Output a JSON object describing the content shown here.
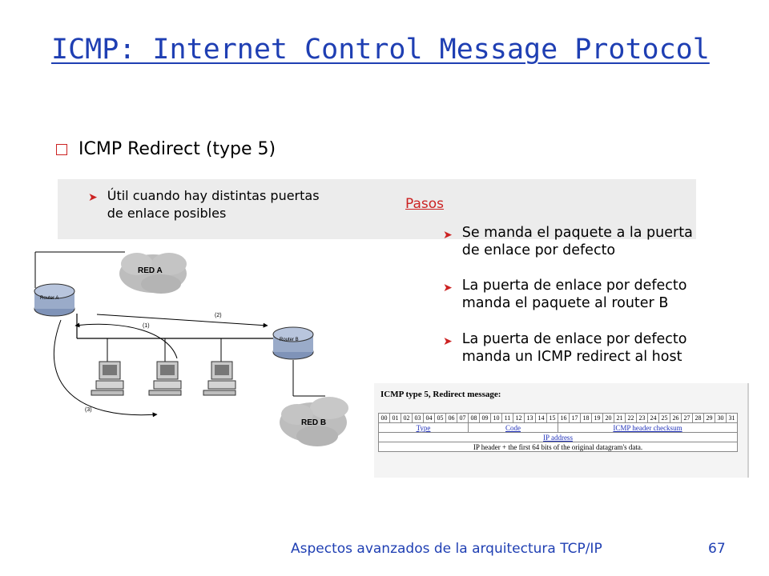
{
  "slide": {
    "title": "ICMP: Internet Control Message Protocol",
    "bullet": "ICMP Redirect (type 5)",
    "sub_bullet_line1": "Útil cuando hay distintas puertas",
    "sub_bullet_line2": "de enlace posibles",
    "pasos_label": "Pasos",
    "steps": [
      {
        "line1": "Se manda el paquete a la puerta",
        "line2": "de enlace por defecto"
      },
      {
        "line1": "La puerta de enlace por defecto",
        "line2": "manda el paquete al router B"
      },
      {
        "line1": "La puerta de enlace por defecto",
        "line2": "manda un ICMP redirect al host"
      }
    ],
    "footer": "Aspectos avanzados de la arquitectura TCP/IP",
    "page_number": "67"
  },
  "diagram": {
    "router_a": "Router A",
    "router_b": "Router B",
    "net_a": "RED A",
    "net_b": "RED B",
    "arrow_2": "(2)",
    "arrow_1": "(1)",
    "arrow_3": "(3)"
  },
  "icmp_table": {
    "caption": "ICMP type 5, Redirect message:",
    "bits": [
      "00",
      "01",
      "02",
      "03",
      "04",
      "05",
      "06",
      "07",
      "08",
      "09",
      "10",
      "11",
      "12",
      "13",
      "14",
      "15",
      "16",
      "17",
      "18",
      "19",
      "20",
      "21",
      "22",
      "23",
      "24",
      "25",
      "26",
      "27",
      "28",
      "29",
      "30",
      "31"
    ],
    "field_type": "Type",
    "field_code": "Code",
    "field_checksum": "ICMP header checksum",
    "field_ip": "IP address",
    "field_data": "IP header + the first 64 bits of the original datagram's data."
  }
}
